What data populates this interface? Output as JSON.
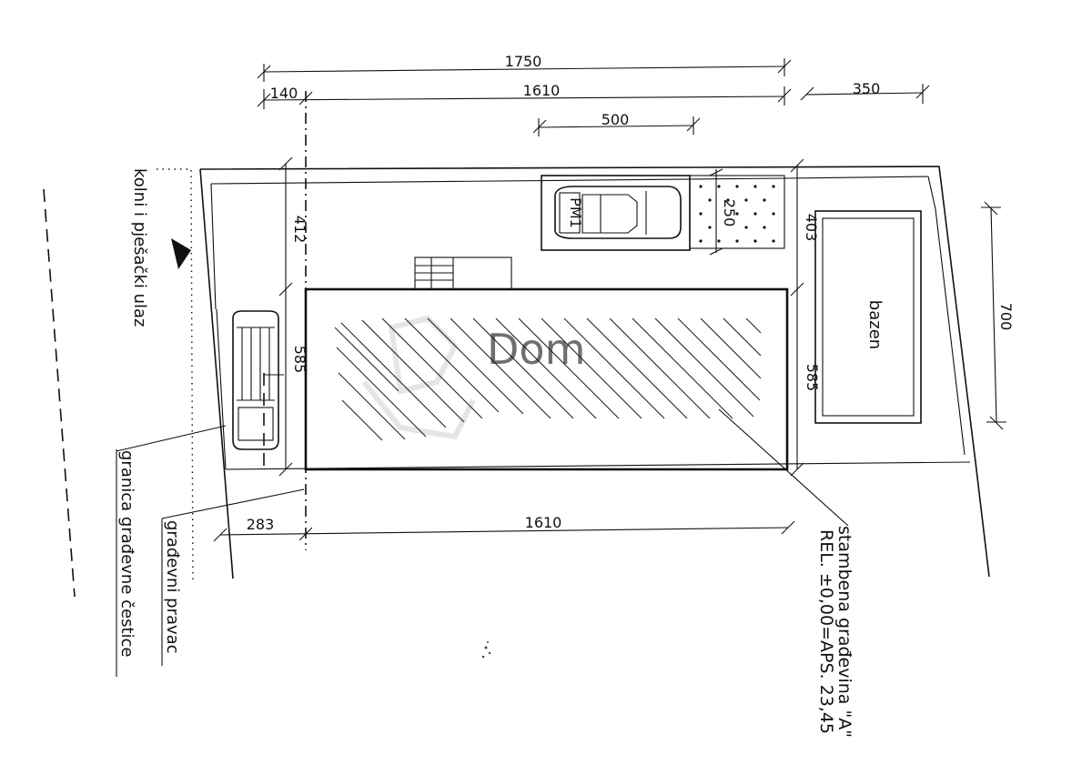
{
  "dimensions": {
    "d_1750": "1750",
    "d_140": "140",
    "d_1610_top": "1610",
    "d_350": "350",
    "d_500": "500",
    "d_250": "250",
    "d_412": "412",
    "d_403": "403",
    "d_585_left": "585",
    "d_585_right": "585",
    "d_700": "700",
    "d_283": "283",
    "d_1610_bottom": "1610"
  },
  "labels": {
    "entrance": "kolni i pješački ulaz",
    "plot_boundary": "granica građevne čestice",
    "building_line": "građevni pravac",
    "building_name": "stambena građevina \"A\"",
    "building_level": "REL. ±0,00=APS. 23,45",
    "pool": "bazen",
    "parking": "PM1"
  }
}
